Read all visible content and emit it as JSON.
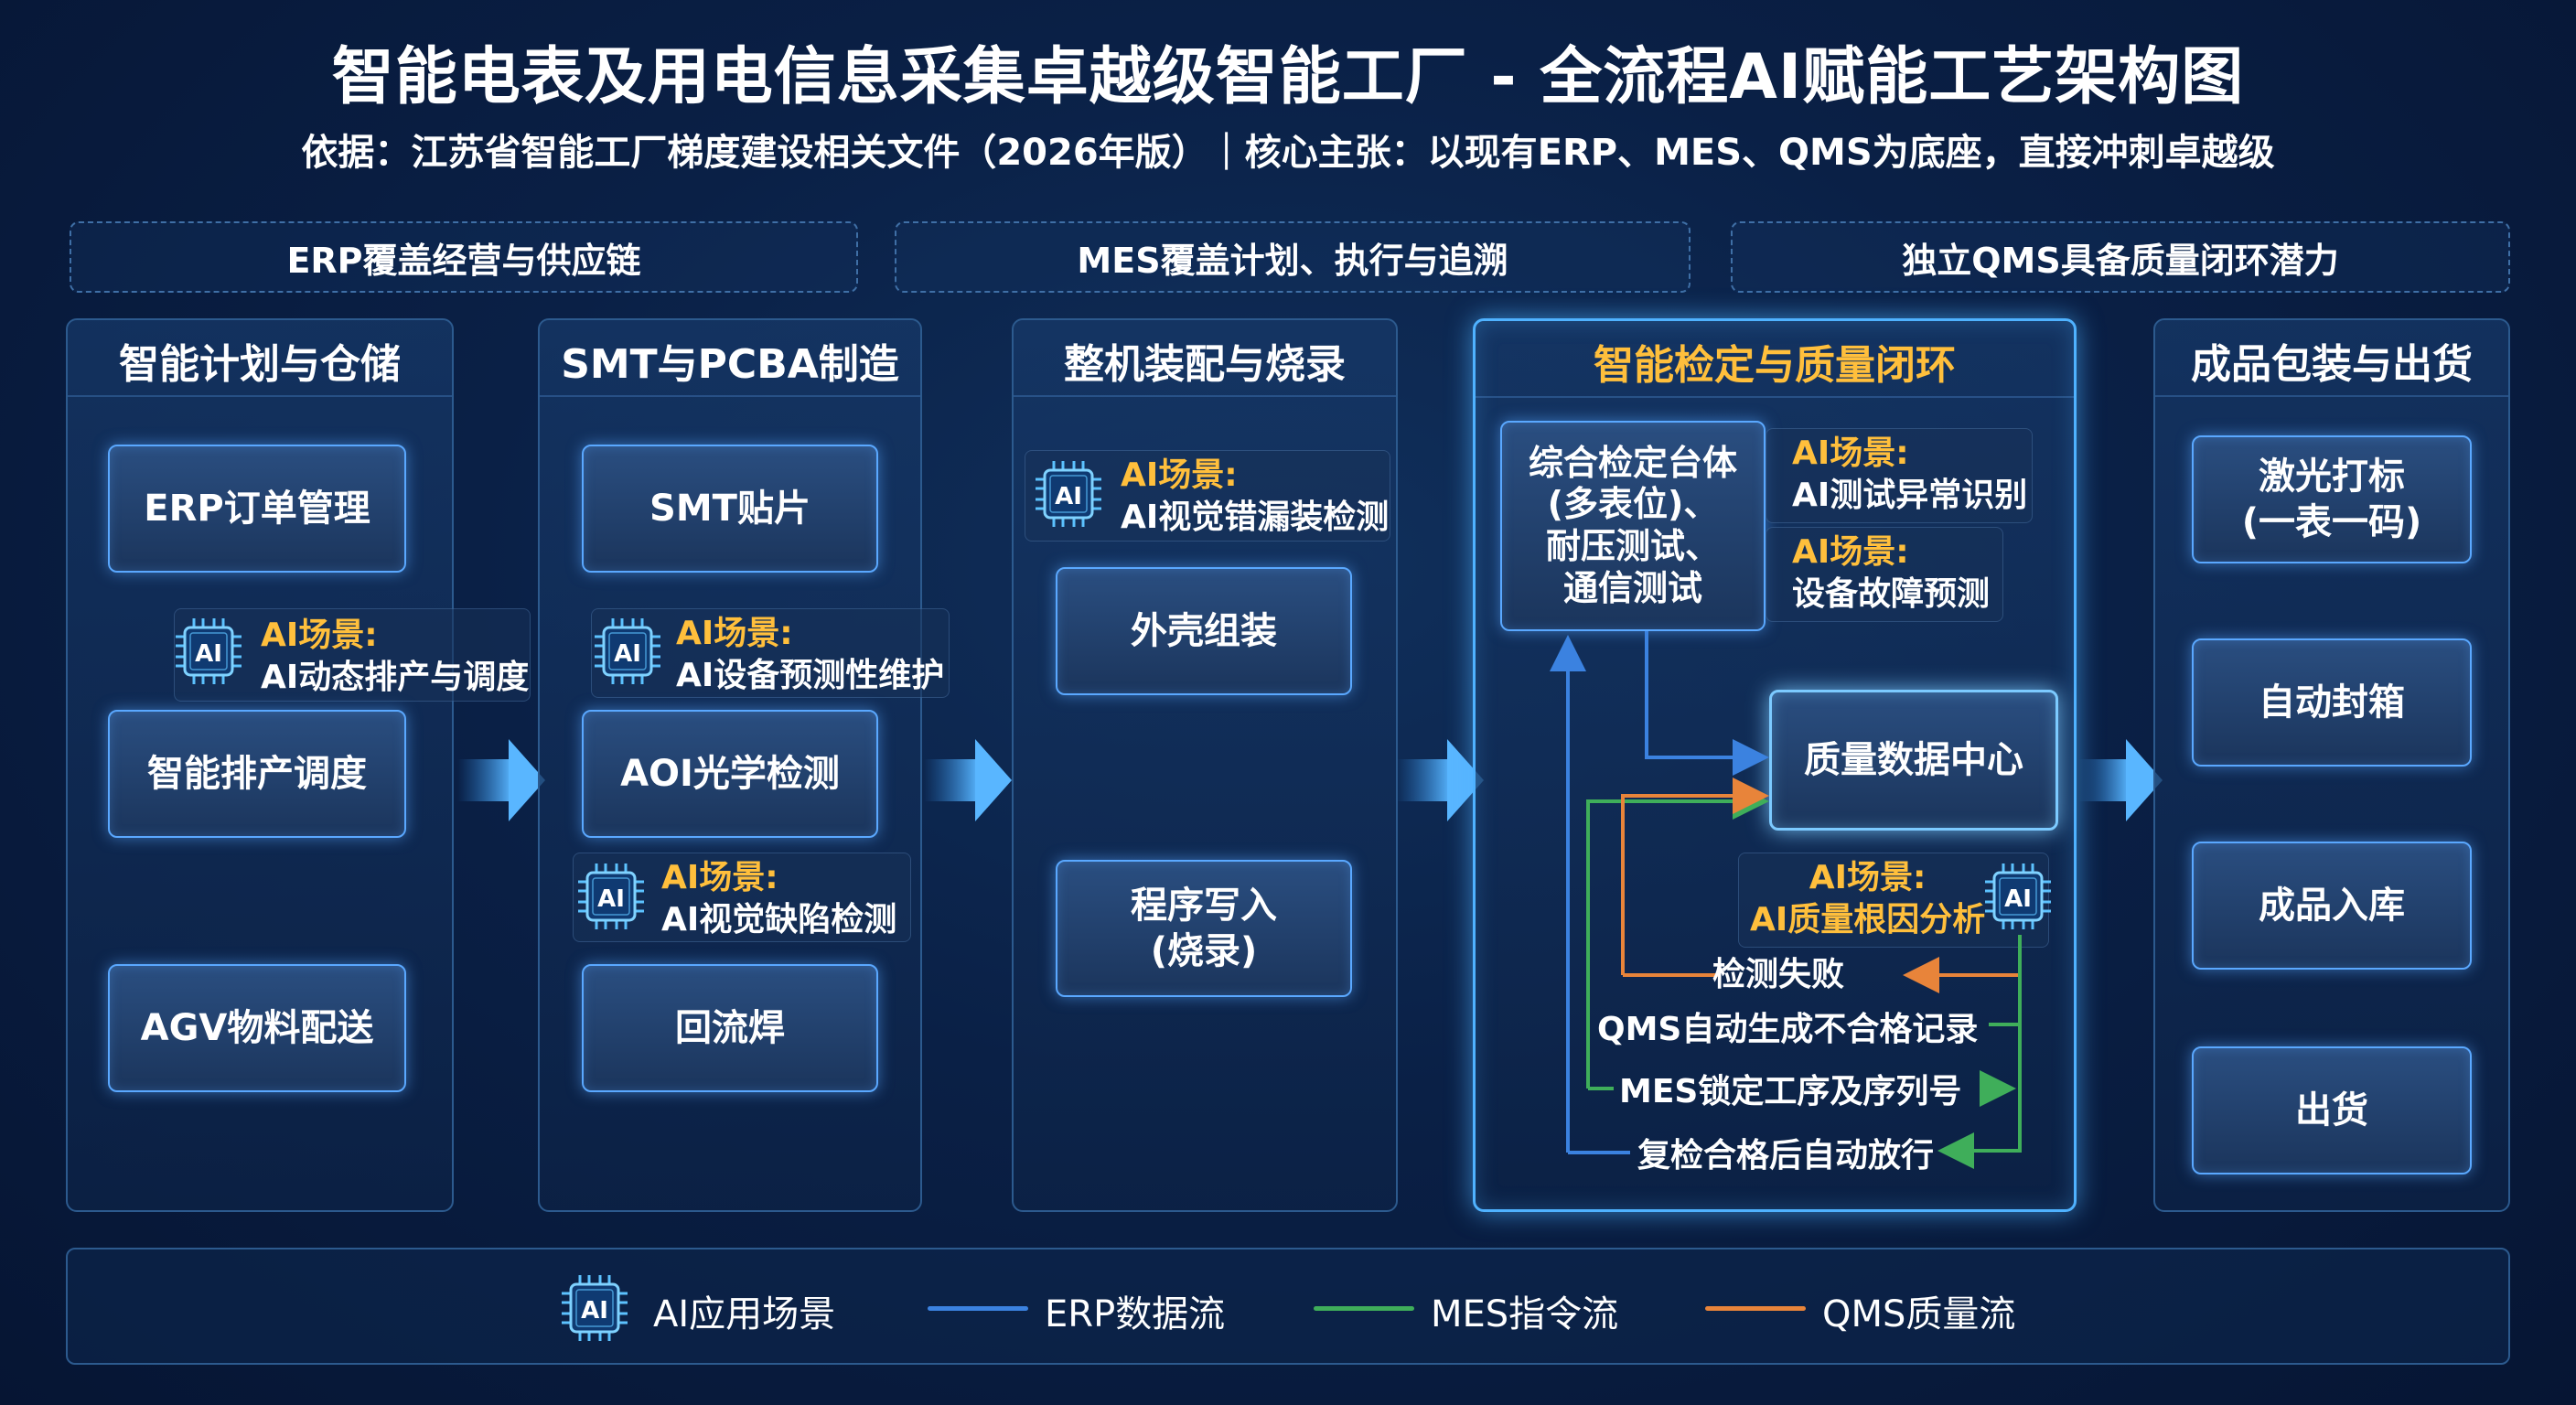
{
  "header": {
    "title": "智能电表及用电信息采集卓越级智能工厂 - 全流程AI赋能工艺架构图",
    "subtitle": "依据：江苏省智能工厂梯度建设相关文件（2026年版）｜核心主张：以现有ERP、MES、QMS为底座，直接冲刺卓越级"
  },
  "systems": [
    "ERP覆盖经营与供应链",
    "MES覆盖计划、执行与追溯",
    "独立QMS具备质量闭环潜力"
  ],
  "ai_chip_text": "AI",
  "stages": [
    {
      "title": "智能计划与仓储",
      "cards": [
        "ERP订单管理",
        "智能排产调度",
        "AGV物料配送"
      ],
      "ai": [
        {
          "tag": "AI场景:",
          "desc": "AI动态排产与调度"
        }
      ]
    },
    {
      "title": "SMT与PCBA制造",
      "cards": [
        "SMT贴片",
        "AOI光学检测",
        "回流焊"
      ],
      "ai": [
        {
          "tag": "AI场景:",
          "desc": "AI设备预测性维护"
        },
        {
          "tag": "AI场景:",
          "desc": "AI视觉缺陷检测"
        }
      ]
    },
    {
      "title": "整机装配与烧录",
      "cards": [
        "外壳组装",
        "程序写入\n(烧录)"
      ],
      "ai": [
        {
          "tag": "AI场景:",
          "desc": "AI视觉错漏装检测"
        }
      ]
    },
    {
      "title": "智能检定与质量闭环",
      "cards": [
        "综合检定台体\n(多表位)、\n耐压测试、\n通信测试",
        "质量数据中心"
      ],
      "ai": [
        {
          "tag": "AI场景:",
          "desc": "AI测试异常识别"
        },
        {
          "tag": "AI场景:",
          "desc": "设备故障预测"
        },
        {
          "tag": "AI场景:",
          "desc": "AI质量根因分析"
        }
      ],
      "flow_steps": [
        "检测失败",
        "QMS自动生成不合格记录",
        "MES锁定工序及序列号",
        "复检合格后自动放行"
      ]
    },
    {
      "title": "成品包装与出货",
      "cards": [
        "激光打标\n(一表一码)",
        "自动封箱",
        "成品入库",
        "出货"
      ],
      "ai": []
    }
  ],
  "legend": {
    "items": [
      {
        "label": "AI应用场景",
        "kind": "chip"
      },
      {
        "label": "ERP数据流",
        "kind": "line",
        "color": "#3b82e0"
      },
      {
        "label": "MES指令流",
        "kind": "line",
        "color": "#3fae5a"
      },
      {
        "label": "QMS质量流",
        "kind": "line",
        "color": "#e8843a"
      }
    ]
  },
  "colors": {
    "background": "#0a2046",
    "accent_gold": "#ffbf3c",
    "card_border": "#5aa8ff",
    "erp_flow": "#3b82e0",
    "mes_flow": "#3fae5a",
    "qms_flow": "#e8843a"
  }
}
